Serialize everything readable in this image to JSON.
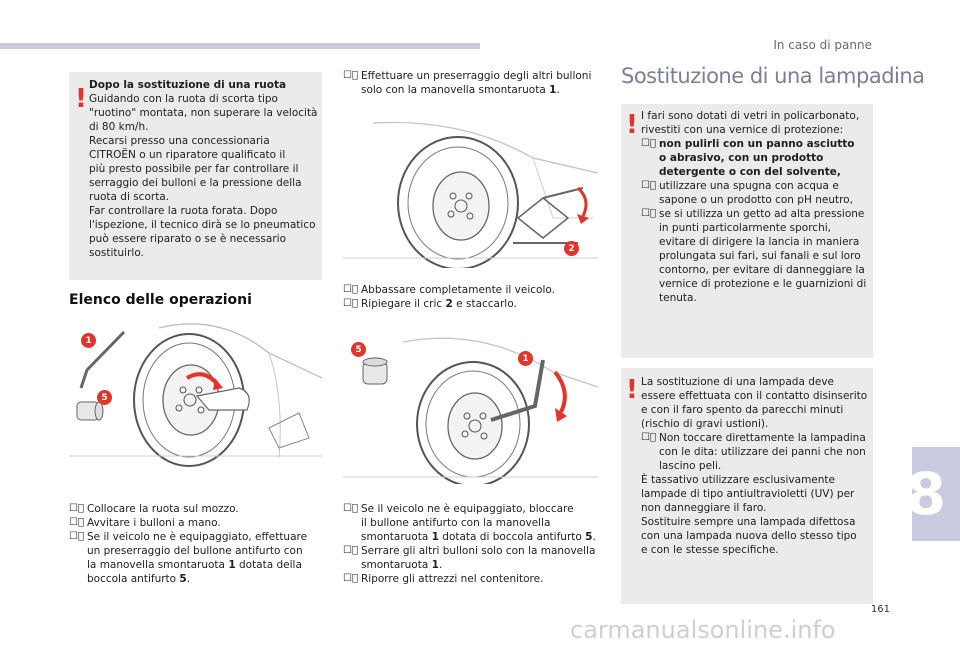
{
  "header": {
    "section": "In caso di panne"
  },
  "page": {
    "number": "161",
    "chapter": "8",
    "watermark": "carmanualsonline.info"
  },
  "warning1": {
    "title": "Dopo la sostituzione di una ruota",
    "lines": [
      "Guidando con la ruota di scorta tipo",
      "\"ruotino\" montata, non superare la velocità",
      "di 80 km/h.",
      "Recarsi presso una concessionaria",
      "CITROËN o un riparatore qualificato il",
      "più presto possibile per far controllare il",
      "serraggio dei bulloni e la pressione della",
      "ruota di scorta.",
      "Far controllare la ruota forata. Dopo",
      "l'ispezione, il tecnico dirà se lo pneumatico",
      "può essere riparato o se è necessario",
      "sostituirlo."
    ]
  },
  "operations": {
    "heading": "Elenco delle operazioni",
    "callouts": [
      "1",
      "5"
    ],
    "steps": [
      [
        "Collocare la ruota sul mozzo."
      ],
      [
        "Avvitare i bulloni a mano."
      ],
      [
        "Se il veicolo ne è equipaggiato, effettuare",
        "un preserraggio del bullone antifurto con",
        "la manovella smontaruota ",
        "1",
        " dotata della",
        "boccola antifurto ",
        "5",
        "."
      ]
    ]
  },
  "middle": {
    "step_top": [
      "Effettuare un preserraggio degli altri bulloni",
      "solo con la manovella smontaruota ",
      "1",
      "."
    ],
    "jack_callout": "2",
    "steps_mid": [
      [
        "Abbassare completamente il veicolo."
      ],
      [
        "Ripiegare il cric ",
        "2",
        " e staccarlo."
      ]
    ],
    "wrench_callouts": [
      "5",
      "1"
    ],
    "steps_bottom": [
      [
        "Se il veicolo ne è equipaggiato, bloccare",
        "il bullone antifurto con la manovella",
        "smontaruota ",
        "1",
        " dotata di boccola antifurto ",
        "5",
        "."
      ],
      [
        "Serrare gli altri bulloni solo con la manovella",
        "smontaruota ",
        "1",
        "."
      ],
      [
        "Riporre gli attrezzi nel contenitore."
      ]
    ]
  },
  "lamp": {
    "title": "Sostituzione di una lampadina",
    "box1_intro": [
      "I fari sono dotati di vetri in policarbonato,",
      "rivestiti con una vernice di protezione:"
    ],
    "box1_bullets": [
      {
        "bold": true,
        "lines": [
          "non pulirli con un panno asciutto",
          "o abrasivo, con un prodotto",
          "detergente o con del solvente,"
        ]
      },
      {
        "bold": false,
        "lines": [
          "utilizzare una spugna con acqua e",
          "sapone o un prodotto con pH neutro,"
        ]
      },
      {
        "bold": false,
        "lines": [
          "se si utilizza un getto ad alta pressione",
          "in punti particolarmente sporchi,",
          "evitare di dirigere la lancia in maniera",
          "prolungata sui fari, sui fanali e sul loro",
          "contorno, per evitare di danneggiare la",
          "vernice di protezione e le guarnizioni di",
          "tenuta."
        ]
      }
    ],
    "box2_intro": [
      "La sostituzione di una lampada deve",
      "essere effettuata con il contatto disinserito",
      "e con il faro spento da parecchi minuti",
      "(rischio di gravi ustioni)."
    ],
    "box2_bullet": [
      "Non toccare direttamente la lampadina",
      "con le dita: utilizzare dei panni che non",
      "lascino peli."
    ],
    "box2_outro": [
      "È tassativo utilizzare esclusivamente",
      "lampade di tipo antiultravioletti (UV) per",
      "non danneggiare il faro.",
      "Sostituire sempre una lampada difettosa",
      "con una lampada nuova dello stesso tipo",
      "e con le stesse specifiche."
    ]
  },
  "colors": {
    "accent_red": "#e2342a",
    "tab_lavender": "#c9cbe0",
    "box_gray": "#ebebeb",
    "title_gray": "#7b8093"
  },
  "icons": {
    "warning": "exclamation-mark-icon",
    "bullet": "check-box-icon"
  }
}
